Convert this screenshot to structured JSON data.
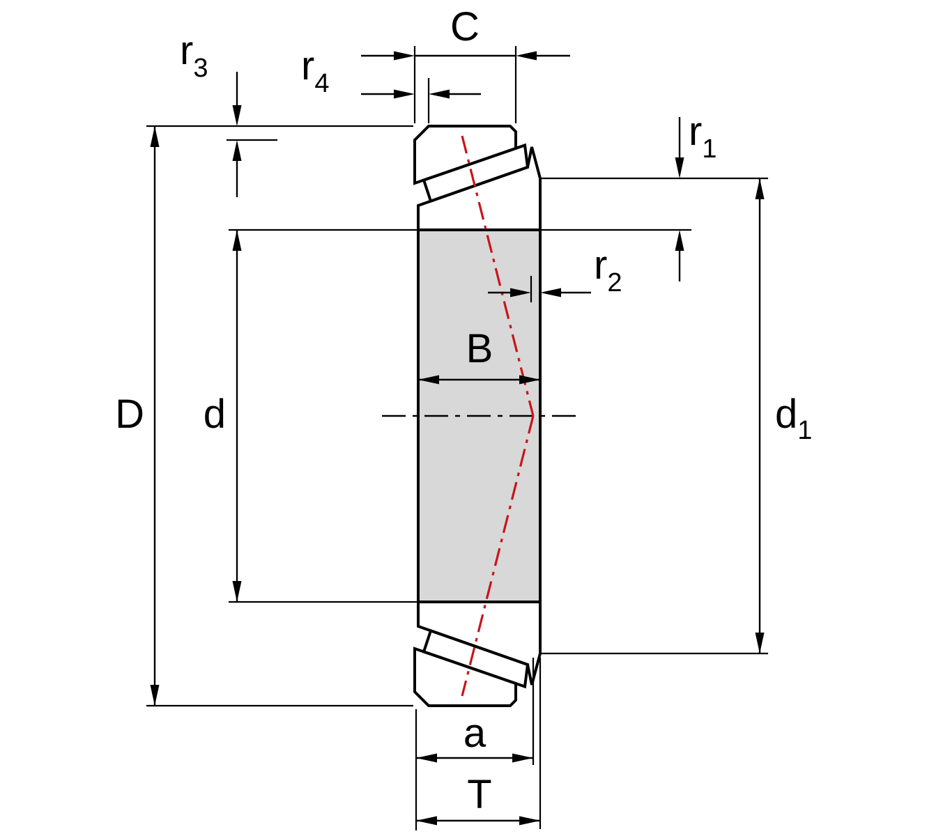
{
  "diagram": {
    "type": "bearing-cross-section",
    "subject": "Tapered roller bearing dimension drawing",
    "colors": {
      "ring_fill": "#9fd3d3",
      "roller_edge_fill": "#8cc9c9",
      "bore_fill": "#d8d8d8",
      "outline": "#000000",
      "pressure_line": "#c8151a",
      "background": "#ffffff"
    },
    "dimension_labels": {
      "outer_diameter": {
        "base": "D",
        "sub": ""
      },
      "bore_diameter": {
        "base": "d",
        "sub": ""
      },
      "rib_diameter": {
        "base": "d",
        "sub": "1"
      },
      "inner_ring_width": {
        "base": "B",
        "sub": ""
      },
      "outer_ring_width": {
        "base": "C",
        "sub": ""
      },
      "total_width": {
        "base": "T",
        "sub": ""
      },
      "load_center_distance": {
        "base": "a",
        "sub": ""
      },
      "chamfer_r1": {
        "base": "r",
        "sub": "1"
      },
      "chamfer_r2": {
        "base": "r",
        "sub": "2"
      },
      "chamfer_r3": {
        "base": "r",
        "sub": "3"
      },
      "chamfer_r4": {
        "base": "r",
        "sub": "4"
      }
    }
  }
}
